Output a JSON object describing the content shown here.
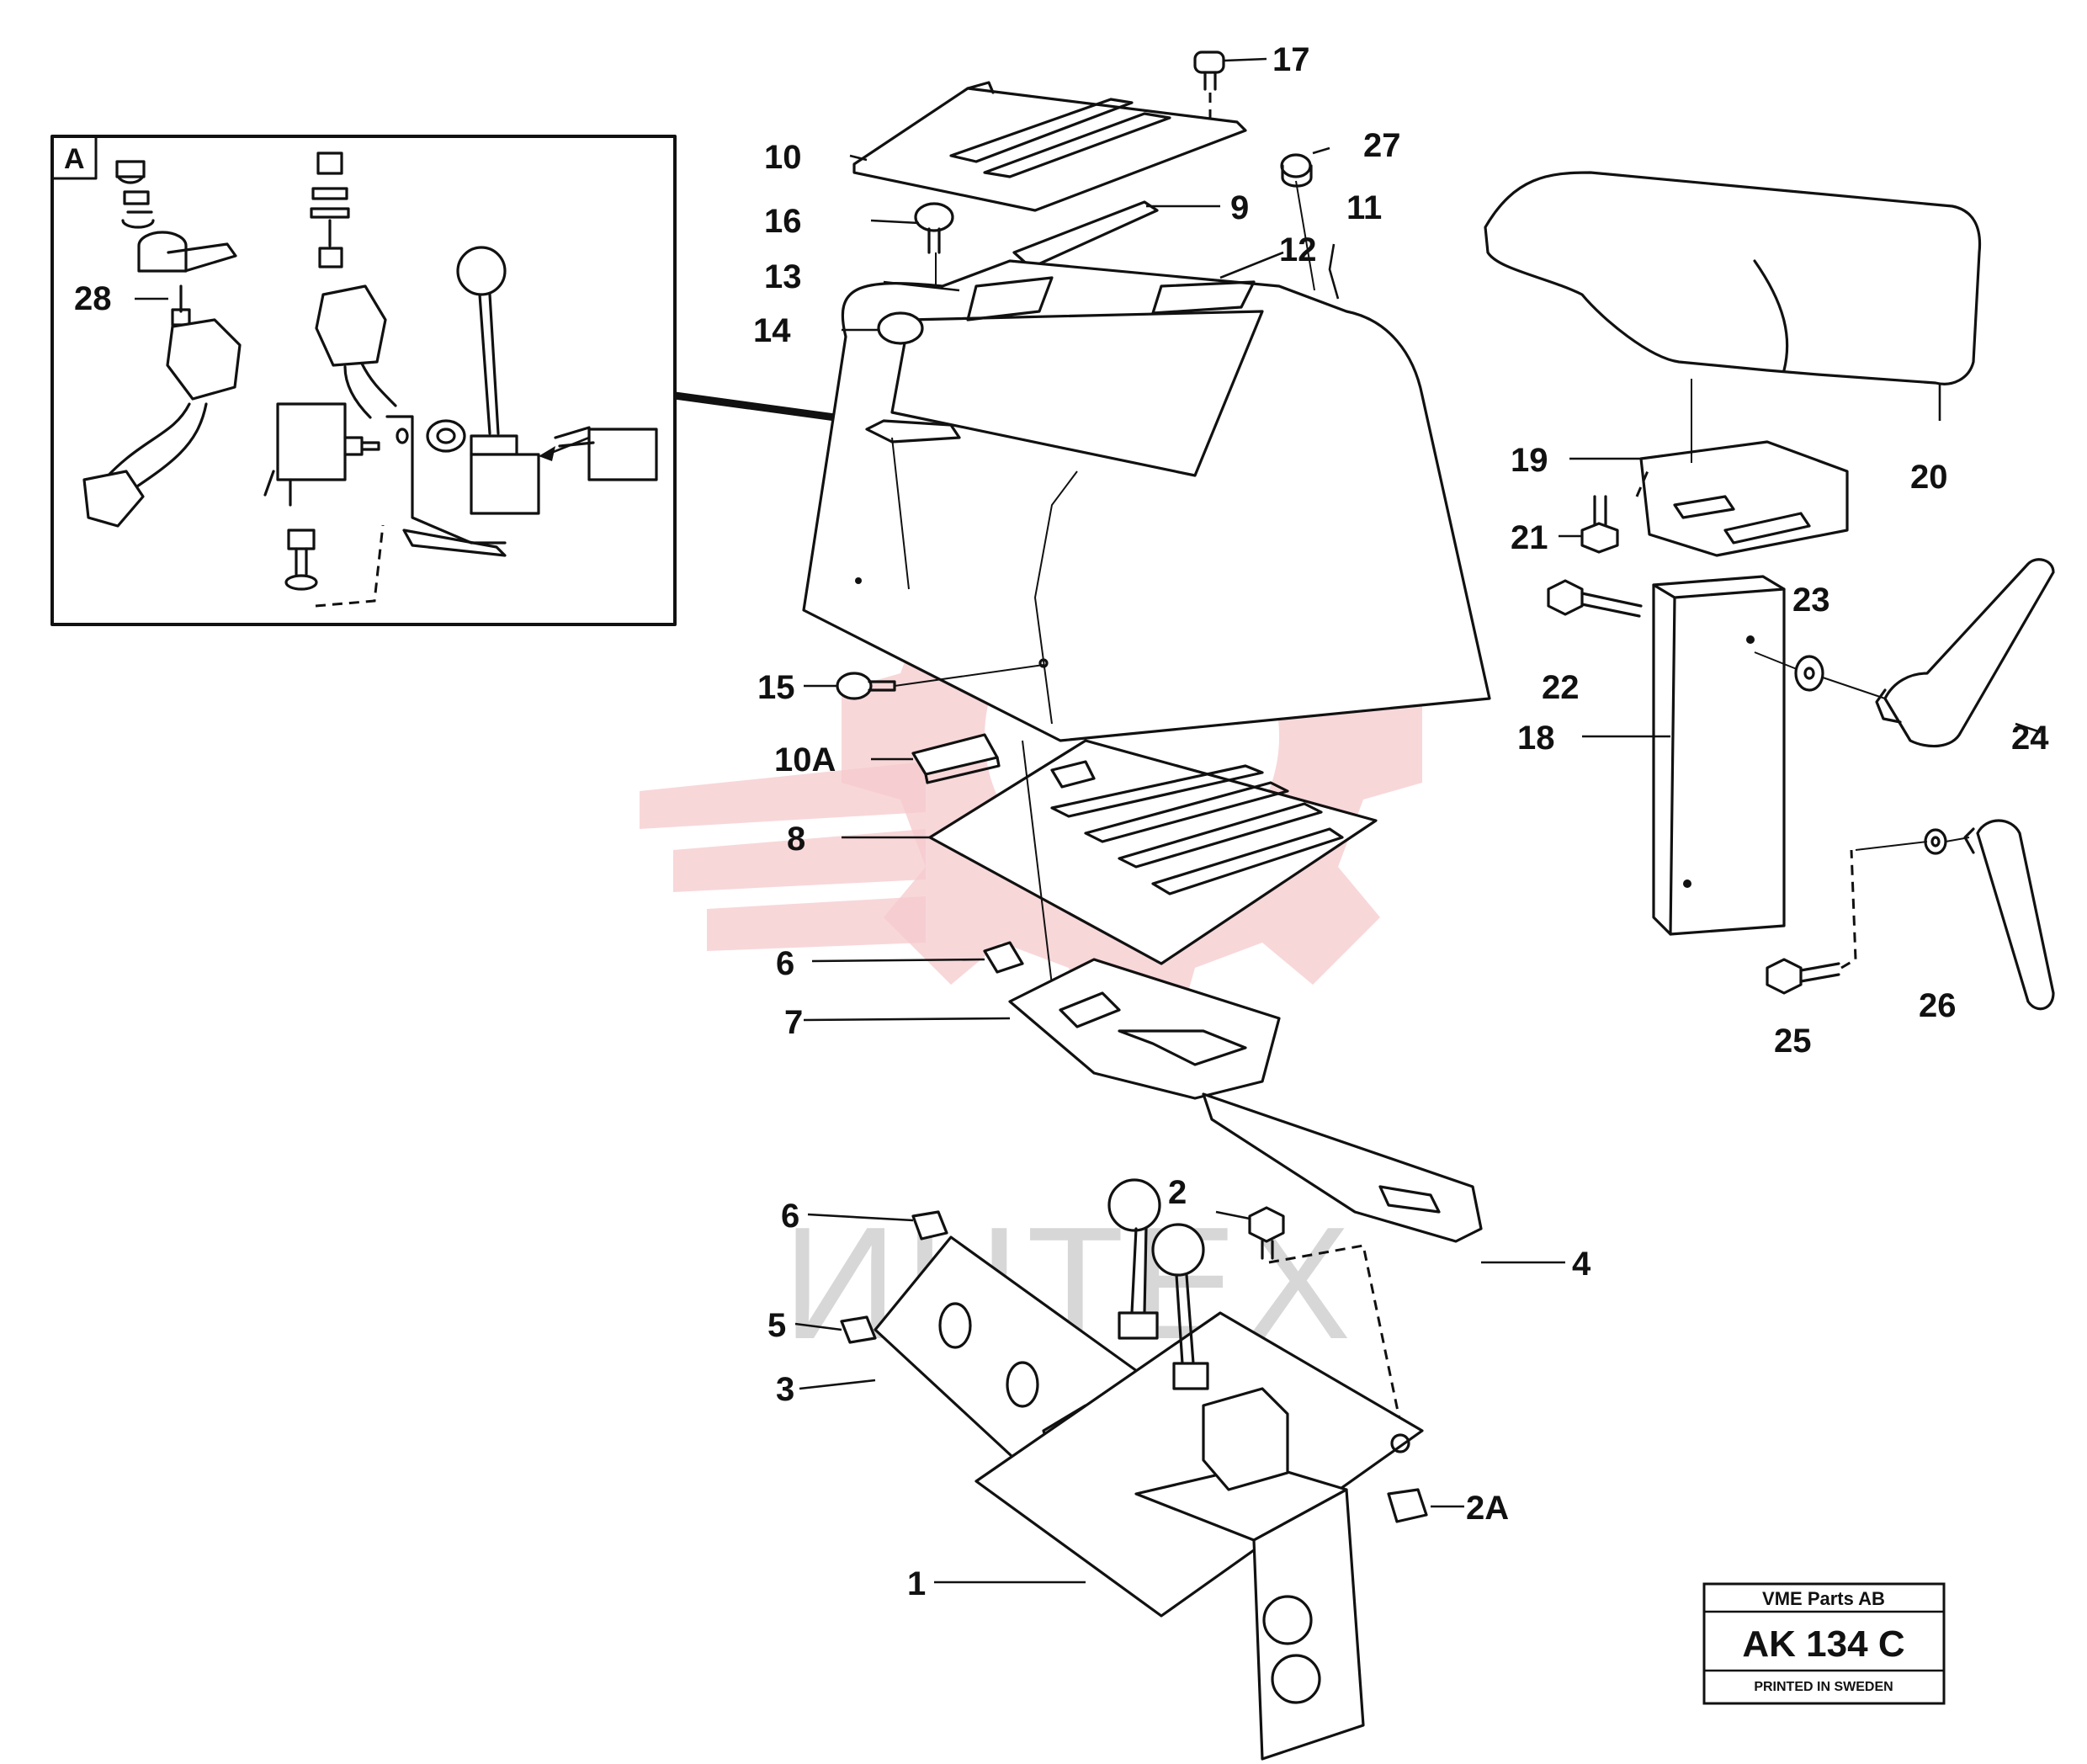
{
  "inset": {
    "label": "A"
  },
  "callouts": {
    "c1": "1",
    "c2": "2",
    "c2a": "2A",
    "c3": "3",
    "c4": "4",
    "c5": "5",
    "c6a": "6",
    "c6b": "6",
    "c7": "7",
    "c8": "8",
    "c9": "9",
    "c10": "10",
    "c10a": "10A",
    "c11": "11",
    "c12": "12",
    "c13": "13",
    "c14": "14",
    "c15": "15",
    "c16": "16",
    "c17": "17",
    "c18": "18",
    "c19": "19",
    "c20": "20",
    "c21": "21",
    "c22": "22",
    "c23": "23",
    "c24": "24",
    "c25": "25",
    "c26": "26",
    "c27": "27",
    "c28": "28"
  },
  "title_block": {
    "company": "VME Parts AB",
    "drawing_number": "AK 134 C",
    "printed": "PRINTED IN SWEDEN"
  },
  "watermark": {
    "text": "ИНТЕХ",
    "color": "#f6c9cc"
  }
}
